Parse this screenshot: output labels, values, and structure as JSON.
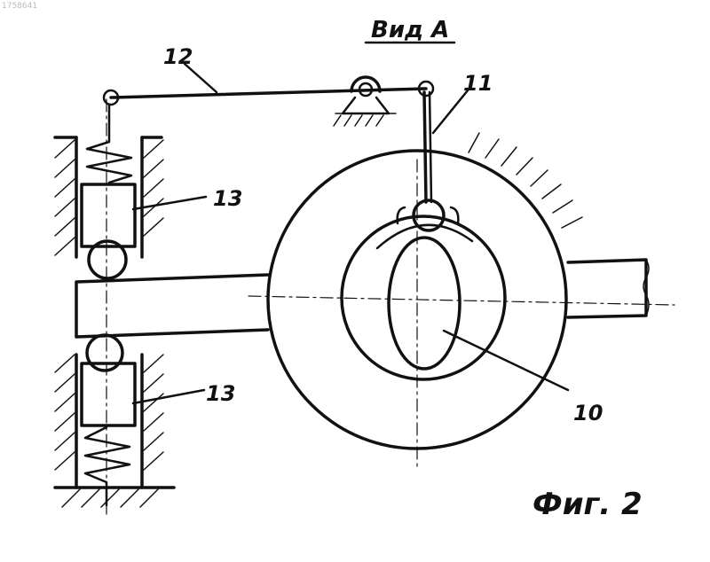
{
  "header": {
    "view_label": "Вид А"
  },
  "labels": {
    "link_12": "12",
    "rod_11": "11",
    "roller_upper_13": "13",
    "roller_lower_13": "13",
    "cam_10": "10"
  },
  "caption": "Фиг. 2",
  "corner_mark": "1758641",
  "colors": {
    "ink": "#111111",
    "paper": "#ffffff"
  }
}
